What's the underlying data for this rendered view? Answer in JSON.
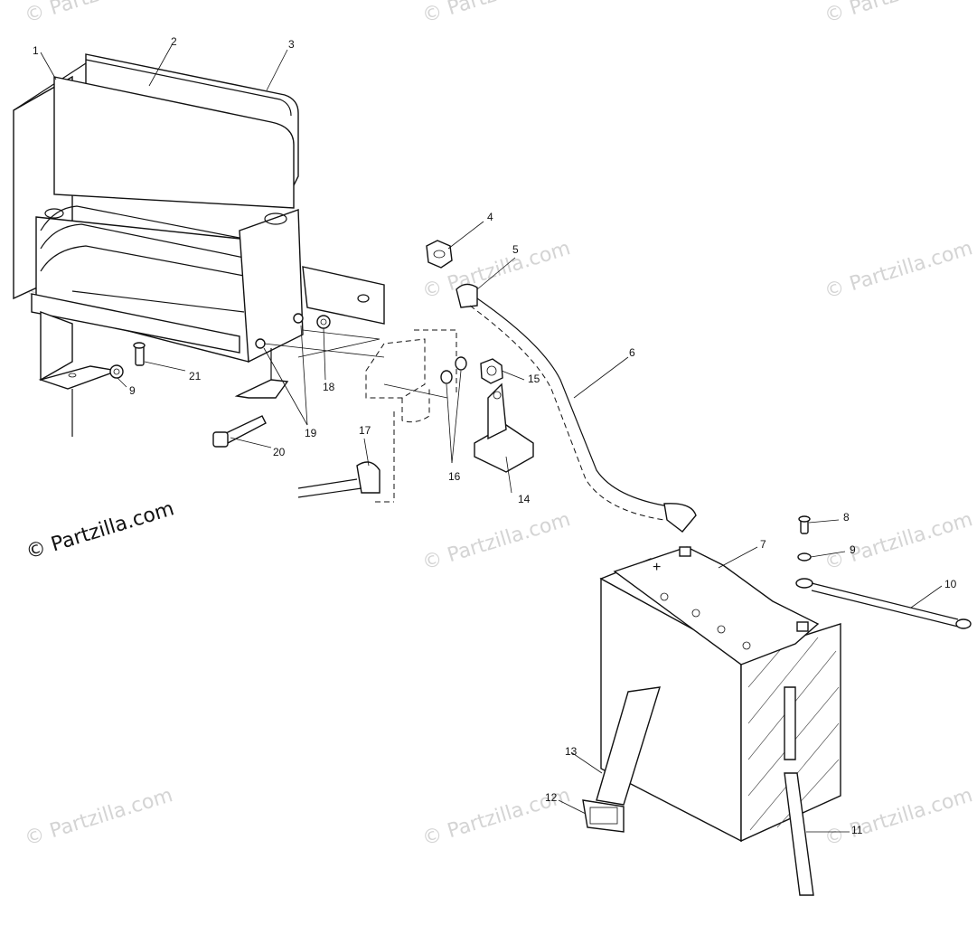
{
  "watermark": {
    "text": "© Partzilla.com",
    "primary_text": "© Partzilla.com"
  },
  "callouts": [
    "1",
    "2",
    "3",
    "4",
    "5",
    "6",
    "7",
    "8",
    "9",
    "9",
    "10",
    "11",
    "12",
    "13",
    "14",
    "15",
    "16",
    "17",
    "18",
    "19",
    "20",
    "21"
  ]
}
